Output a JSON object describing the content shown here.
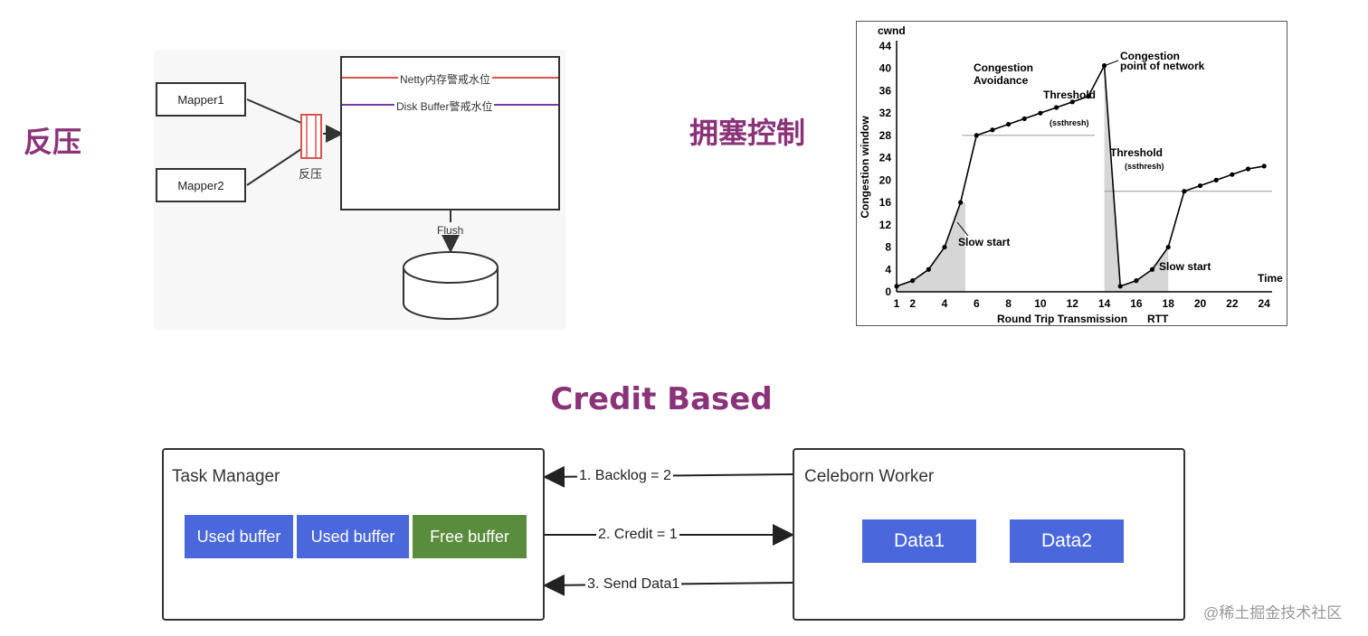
{
  "titles": {
    "backpressure": "反压",
    "congestion_control": "拥塞控制",
    "credit_based": "Credit Based"
  },
  "backpressure_diagram": {
    "mapper1": "Mapper1",
    "mapper2": "Mapper2",
    "valve_label": "反压",
    "netty_line": "Netty内存警戒水位",
    "disk_line": "Disk Buffer警戒水位",
    "flush_label": "Flush",
    "colors": {
      "netty_line": "#d9534f",
      "disk_line": "#7a3aa8",
      "valve": "#d9534f"
    }
  },
  "chart_data": {
    "type": "line",
    "ylabel": "Congestion window",
    "y_unit_label": "cwnd",
    "xlabel": "Round Trip Transmission",
    "xlabel_suffix": "RTT",
    "x_axis_right_label": "Time",
    "xlim": [
      1,
      24.5
    ],
    "ylim": [
      0,
      44
    ],
    "x_ticks": [
      1,
      2,
      4,
      6,
      8,
      10,
      12,
      14,
      16,
      18,
      20,
      22,
      24
    ],
    "y_ticks": [
      0,
      4,
      8,
      12,
      16,
      20,
      24,
      28,
      32,
      36,
      40,
      44
    ],
    "series": [
      {
        "x": [
          1,
          2,
          3,
          4,
          5,
          6,
          7,
          8,
          9,
          10,
          11,
          12,
          13,
          14,
          15,
          16,
          17,
          18,
          19,
          20,
          21,
          22,
          23,
          24
        ],
        "y": [
          1,
          2,
          4,
          8,
          16,
          28,
          29,
          30,
          31,
          32,
          33,
          34,
          35,
          40.5,
          1,
          2,
          4,
          8,
          18,
          19,
          20,
          21,
          22,
          22.5
        ]
      }
    ],
    "thresholds": [
      {
        "label": "Threshold",
        "sublabel": "(ssthresh)",
        "y": 28,
        "x_from": 5.1,
        "x_to": 13.4
      },
      {
        "label": "Threshold",
        "sublabel": "(ssthresh)",
        "y": 18,
        "x_from": 14.0,
        "x_to": 24.5
      }
    ],
    "annotations": {
      "congestion_avoidance": "Congestion Avoidance",
      "congestion_point": "Congestion point of network",
      "slow_start_1": "Slow start",
      "slow_start_2": "Slow start"
    },
    "slow_start_regions": [
      [
        1,
        5.3
      ],
      [
        14,
        18
      ]
    ]
  },
  "credit_diagram": {
    "task_manager": "Task Manager",
    "celeborn_worker": "Celeborn Worker",
    "buffers": [
      "Used buffer",
      "Used buffer",
      "Free buffer"
    ],
    "data_blocks": [
      "Data1",
      "Data2"
    ],
    "messages": [
      "1. Backlog = 2",
      "2. Credit = 1",
      "3. Send Data1"
    ],
    "colors": {
      "used_buffer": "#4a68dc",
      "free_buffer": "#5a8c3e",
      "data_block": "#4a68dc"
    }
  },
  "watermark": "@稀土掘金技术社区"
}
